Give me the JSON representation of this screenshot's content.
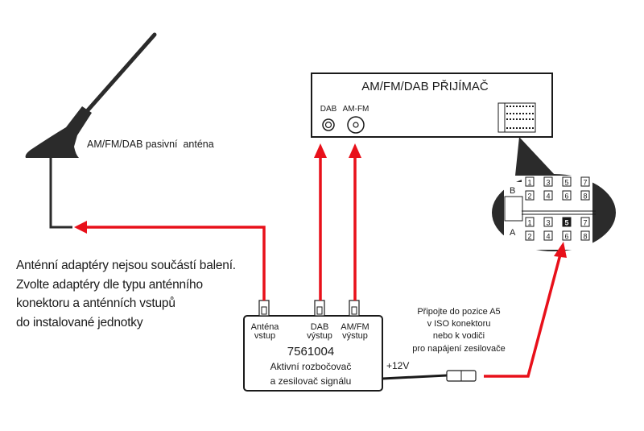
{
  "diagram": {
    "antenna": {
      "label": "AM/FM/DAB pasivní  anténa"
    },
    "receiver": {
      "title": "AM/FM/DAB PŘIJÍMAČ",
      "ports": [
        "DAB",
        "AM-FM"
      ]
    },
    "iso_connector": {
      "rows": [
        {
          "group": "B",
          "pins": [
            "1",
            "3",
            "5",
            "7"
          ]
        },
        {
          "group": "B",
          "pins": [
            "2",
            "4",
            "6",
            "8"
          ]
        },
        {
          "group": "A",
          "pins": [
            "1",
            "3",
            "5",
            "7"
          ]
        },
        {
          "group": "A",
          "pins": [
            "2",
            "4",
            "6",
            "8"
          ]
        }
      ],
      "group_labels": [
        "B",
        "A"
      ],
      "highlighted_pin": "A5"
    },
    "splitter": {
      "model": "7561004",
      "name_line1": "Aktivní rozbočovač",
      "name_line2": "a zesilovač signálu",
      "ports": [
        {
          "line1": "Anténa",
          "line2": "vstup"
        },
        {
          "line1": "DAB",
          "line2": "výstup"
        },
        {
          "line1": "AM/FM",
          "line2": "výstup"
        }
      ]
    },
    "power": {
      "label": "+12V",
      "instruction": [
        "Připojte do pozice A5",
        "v ISO konektoru",
        "nebo k vodiči",
        "pro napájení zesilovače"
      ]
    },
    "note": [
      "Anténní adaptéry nejsou součástí balení.",
      "Zvolte adaptéry dle typu anténního",
      "konektoru a anténních vstupů",
      "do instalované jednotky"
    ],
    "colors": {
      "arrow": "#e8101a",
      "line": "#1a1a1a",
      "antenna": "#2b2b2b",
      "highlight_pin": "#1a1a1a"
    }
  }
}
